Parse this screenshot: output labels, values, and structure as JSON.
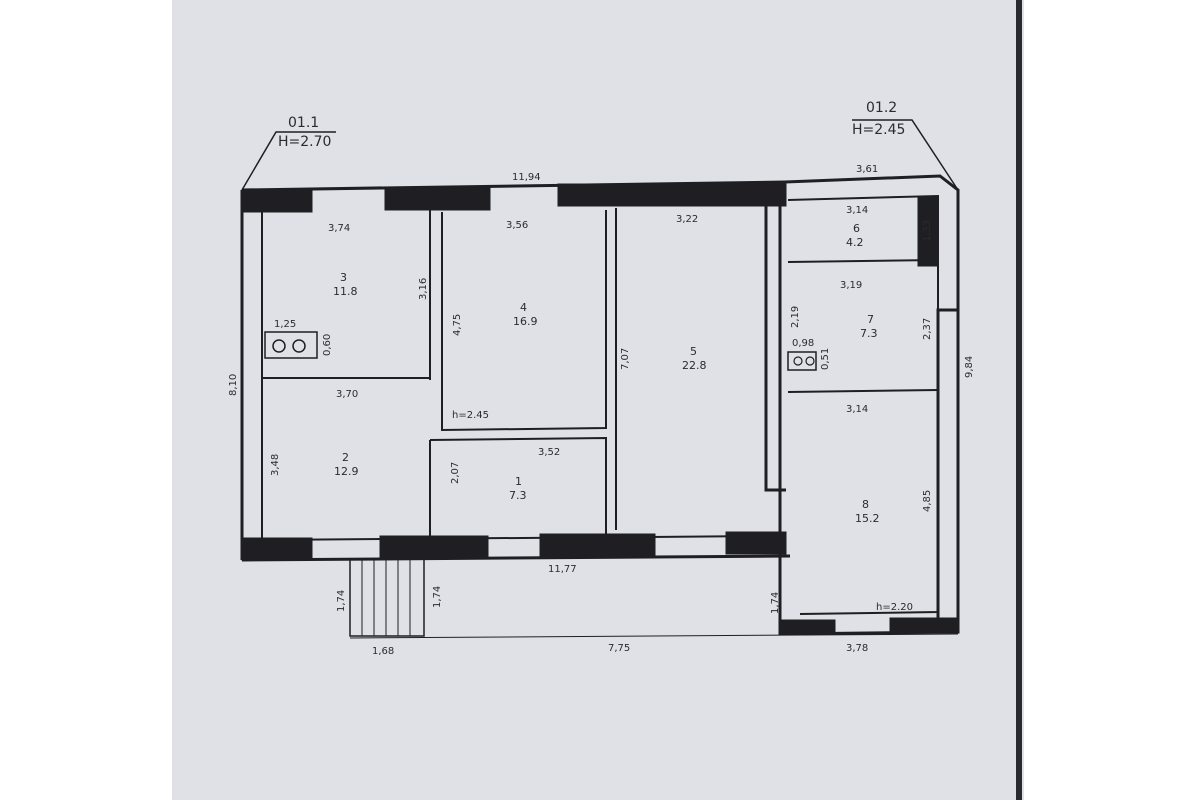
{
  "markers": {
    "left": {
      "id": "01.1",
      "height": "H=2.70"
    },
    "right": {
      "id": "01.2",
      "height": "H=2.45"
    }
  },
  "rooms": [
    {
      "num": "1",
      "area": "7.3"
    },
    {
      "num": "2",
      "area": "12.9"
    },
    {
      "num": "3",
      "area": "11.8"
    },
    {
      "num": "4",
      "area": "16.9"
    },
    {
      "num": "5",
      "area": "22.8"
    },
    {
      "num": "6",
      "area": "4.2"
    },
    {
      "num": "7",
      "area": "7.3"
    },
    {
      "num": "8",
      "area": "15.2"
    }
  ],
  "dims": {
    "top_total": "11,94",
    "top_right": "3,61",
    "r3_width": "3,74",
    "r4_width": "3,56",
    "r5_width": "3,22",
    "r6_width": "3,14",
    "r6_height": "1,33",
    "r3_height": "3,16",
    "r4_height": "4,75",
    "stove_w": "1,25",
    "stove_d": "0,60",
    "left_total": "8,10",
    "r2_width": "3,70",
    "r5_height": "7,07",
    "r7_width": "3,19",
    "r7_left_h": "2,19",
    "r7_right_h": "2,37",
    "right_total": "9,84",
    "stove2_w": "0,98",
    "stove2_d": "0,51",
    "r8_width": "3,14",
    "h_inner": "h=2.45",
    "r1_width": "3,52",
    "r1_height": "2,07",
    "r2_height": "3,48",
    "r8_height": "4,85",
    "bottom_total": "11,77",
    "porch_a": "1,74",
    "porch_b": "1,74",
    "porch_c": "1,74",
    "h_ext": "h=2.20",
    "bottom_a": "1,68",
    "bottom_b": "7,75",
    "bottom_c": "3,78"
  }
}
